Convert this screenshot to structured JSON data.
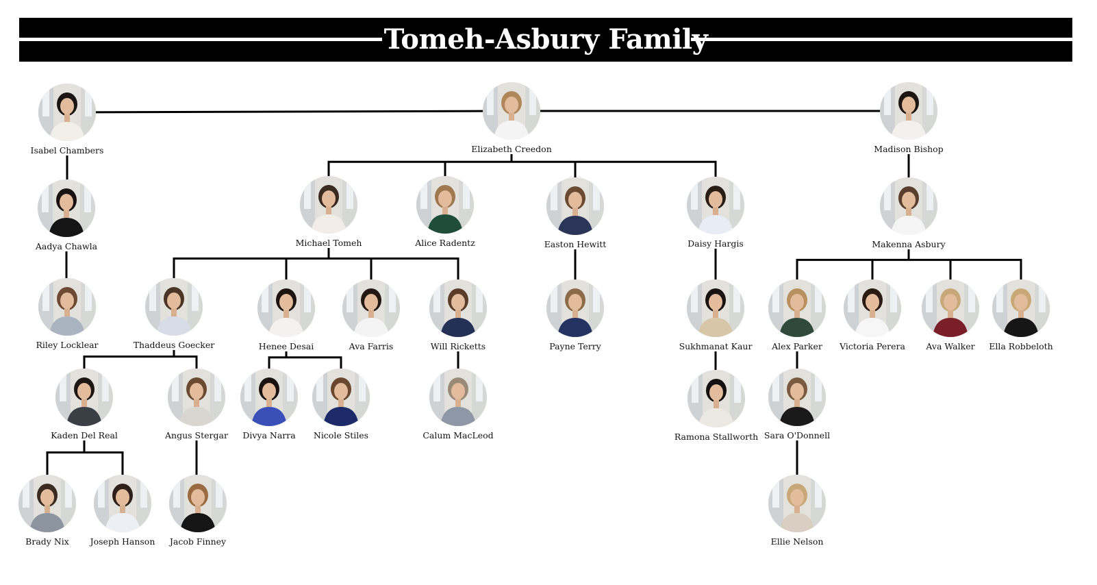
{
  "title": "Tomeh-Asbury Family",
  "colors": {
    "banner": "#000000",
    "stripe": "#ffffff",
    "line": "#000000",
    "background": "#ffffff"
  },
  "people": {
    "isabel": {
      "name": "Isabel Chambers",
      "top": "#f2efe9",
      "hair": "#1a1412"
    },
    "aadya": {
      "name": "Aadya Chawla",
      "top": "#151515",
      "hair": "#1a1210"
    },
    "riley": {
      "name": "Riley Locklear",
      "top": "#aab3c0",
      "hair": "#6e4a34"
    },
    "elizabeth": {
      "name": "Elizabeth Creedon",
      "top": "#f4f4f4",
      "hair": "#b0875a"
    },
    "madison": {
      "name": "Madison Bishop",
      "top": "#f3f1ee",
      "hair": "#1c1512"
    },
    "makenna": {
      "name": "Makenna Asbury",
      "top": "#f5f5f5",
      "hair": "#5a3e2e"
    },
    "michael": {
      "name": "Michael Tomeh",
      "top": "#f2ede6",
      "hair": "#3a2a20"
    },
    "alice": {
      "name": "Alice Radentz",
      "top": "#1f4d3a",
      "hair": "#a07850"
    },
    "easton": {
      "name": "Easton Hewitt",
      "top": "#2a3557",
      "hair": "#6a4a30"
    },
    "daisy": {
      "name": "Daisy Hargis",
      "top": "#e8ecf4",
      "hair": "#2a1d16"
    },
    "thaddeus": {
      "name": "Thaddeus Goecker",
      "top": "#d7dde6",
      "hair": "#4a3526"
    },
    "henee": {
      "name": "Henee Desai",
      "top": "#f4f2ef",
      "hair": "#1d1410"
    },
    "avaf": {
      "name": "Ava Farris",
      "top": "#f4f4f4",
      "hair": "#241812"
    },
    "will": {
      "name": "Will Ricketts",
      "top": "#253057",
      "hair": "#5a3c28"
    },
    "payne": {
      "name": "Payne Terry",
      "top": "#233260",
      "hair": "#8a6a48"
    },
    "sukhmanat": {
      "name": "Sukhmanat Kaur",
      "top": "#d8c6a8",
      "hair": "#1a1210"
    },
    "alex": {
      "name": "Alex Parker",
      "top": "#2f4a3a",
      "hair": "#b89060"
    },
    "victoria": {
      "name": "Victoria Perera",
      "top": "#f6f6f6",
      "hair": "#2a1a12"
    },
    "avaw": {
      "name": "Ava Walker",
      "top": "#7a1f2a",
      "hair": "#c8a878"
    },
    "ella": {
      "name": "Ella Robbeloth",
      "top": "#161616",
      "hair": "#c9a878"
    },
    "kaden": {
      "name": "Kaden Del Real",
      "top": "#3a3f46",
      "hair": "#1e1612"
    },
    "angus": {
      "name": "Angus Stergar",
      "top": "#d9d6cf",
      "hair": "#6a4a30"
    },
    "divya": {
      "name": "Divya Narra",
      "top": "#3a4fb8",
      "hair": "#1a1210"
    },
    "nicole": {
      "name": "Nicole Stiles",
      "top": "#1c2a6a",
      "hair": "#6a4830"
    },
    "calum": {
      "name": "Calum MacLeod",
      "top": "#8e97a6",
      "hair": "#9a8a78"
    },
    "ramona": {
      "name": "Ramona Stallworth",
      "top": "#ece8e2",
      "hair": "#141010"
    },
    "sara": {
      "name": "Sara O'Donnell",
      "top": "#1a1a1a",
      "hair": "#7a5a3e"
    },
    "brady": {
      "name": "Brady Nix",
      "top": "#8c94a0",
      "hair": "#3a2a20"
    },
    "joseph": {
      "name": "Joseph Hanson",
      "top": "#eceff4",
      "hair": "#2e2018"
    },
    "jacob": {
      "name": "Jacob Finney",
      "top": "#151515",
      "hair": "#9a6a40"
    },
    "ellie": {
      "name": "Ellie Nelson",
      "top": "#d8cfc2",
      "hair": "#c8a878"
    }
  },
  "relations": [
    [
      "isabel",
      "aadya"
    ],
    [
      "aadya",
      "riley"
    ],
    [
      "madison",
      "makenna"
    ],
    [
      "elizabeth",
      "michael"
    ],
    [
      "elizabeth",
      "alice"
    ],
    [
      "elizabeth",
      "easton"
    ],
    [
      "elizabeth",
      "daisy"
    ],
    [
      "michael",
      "thaddeus"
    ],
    [
      "michael",
      "henee"
    ],
    [
      "michael",
      "avaf"
    ],
    [
      "michael",
      "will"
    ],
    [
      "easton",
      "payne"
    ],
    [
      "daisy",
      "sukhmanat"
    ],
    [
      "sukhmanat",
      "ramona"
    ],
    [
      "makenna",
      "alex"
    ],
    [
      "makenna",
      "victoria"
    ],
    [
      "makenna",
      "avaw"
    ],
    [
      "makenna",
      "ella"
    ],
    [
      "thaddeus",
      "kaden"
    ],
    [
      "thaddeus",
      "angus"
    ],
    [
      "henee",
      "divya"
    ],
    [
      "henee",
      "nicole"
    ],
    [
      "will",
      "calum"
    ],
    [
      "alex",
      "sara"
    ],
    [
      "sara",
      "ellie"
    ],
    [
      "kaden",
      "brady"
    ],
    [
      "kaden",
      "joseph"
    ],
    [
      "angus",
      "jacob"
    ]
  ],
  "peer_links": [
    [
      "isabel",
      "elizabeth"
    ],
    [
      "elizabeth",
      "madison"
    ]
  ]
}
